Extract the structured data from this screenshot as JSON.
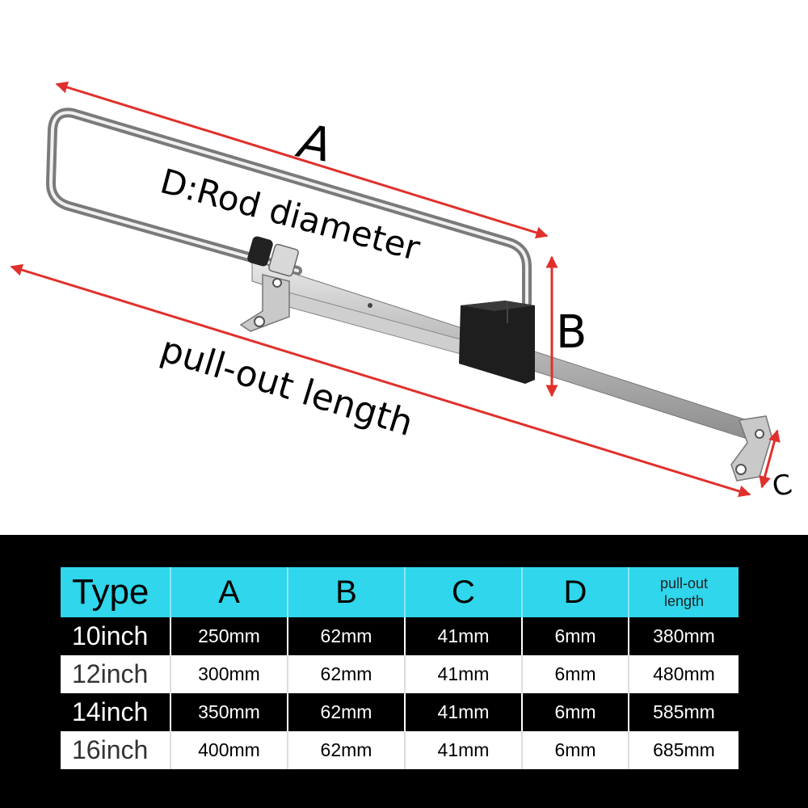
{
  "diagram": {
    "label_a": "A",
    "label_b": "B",
    "label_c": "C",
    "label_rod": "D:Rod diameter",
    "label_pull": "pull-out length",
    "arrow_color": "#e0302c"
  },
  "table": {
    "header_color": "#2fd6ec",
    "headers": [
      "Type",
      "A",
      "B",
      "C",
      "D"
    ],
    "header_pull_line1": "pull-out",
    "header_pull_line2": "length",
    "rows": [
      [
        "10inch",
        "250mm",
        "62mm",
        "41mm",
        "6mm",
        "380mm"
      ],
      [
        "12inch",
        "300mm",
        "62mm",
        "41mm",
        "6mm",
        "480mm"
      ],
      [
        "14inch",
        "350mm",
        "62mm",
        "41mm",
        "6mm",
        "585mm"
      ],
      [
        "16inch",
        "400mm",
        "62mm",
        "41mm",
        "6mm",
        "685mm"
      ]
    ]
  }
}
